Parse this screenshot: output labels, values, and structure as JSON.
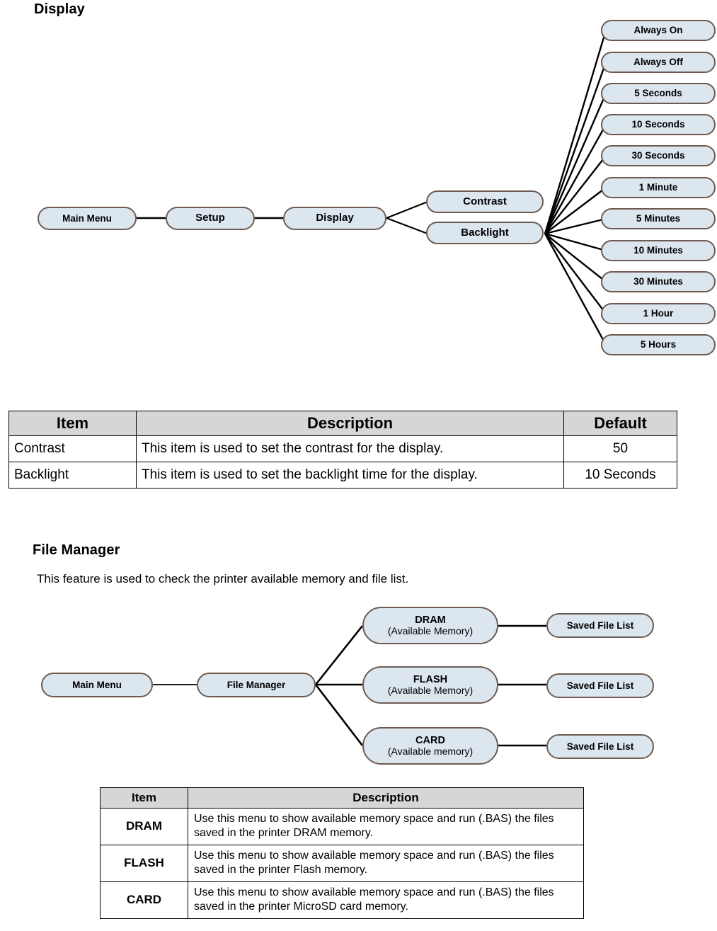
{
  "display_section": {
    "heading": "Display",
    "diagram": {
      "chain": [
        {
          "label": "Main Menu"
        },
        {
          "label": "Setup"
        },
        {
          "label": "Display"
        }
      ],
      "children": [
        {
          "label": "Contrast"
        },
        {
          "label": "Backlight"
        }
      ],
      "backlight_options": [
        {
          "label": "Always On"
        },
        {
          "label": "Always Off"
        },
        {
          "label": "5 Seconds"
        },
        {
          "label": "10 Seconds"
        },
        {
          "label": "30 Seconds"
        },
        {
          "label": "1 Minute"
        },
        {
          "label": "5 Minutes"
        },
        {
          "label": "10 Minutes"
        },
        {
          "label": "30 Minutes"
        },
        {
          "label": "1 Hour"
        },
        {
          "label": "5 Hours"
        }
      ]
    },
    "table": {
      "headers": [
        "Item",
        "Description",
        "Default"
      ],
      "rows": [
        {
          "item": "Contrast",
          "description": "This item is used to set the contrast for the display.",
          "default": "50"
        },
        {
          "item": "Backlight",
          "description": "This item is used to set the backlight time for the display.",
          "default": "10 Seconds"
        }
      ]
    }
  },
  "file_manager_section": {
    "heading": "File Manager",
    "intro": "This feature is used to check the printer available memory and file list.",
    "diagram": {
      "root": {
        "label": "Main Menu"
      },
      "node": {
        "label": "File Manager"
      },
      "branches": [
        {
          "line1": "DRAM",
          "line2": "(Available Memory)",
          "leaf": "Saved File List"
        },
        {
          "line1": "FLASH",
          "line2": "(Available Memory)",
          "leaf": "Saved File List"
        },
        {
          "line1": "CARD",
          "line2": "(Available memory)",
          "leaf": "Saved File List"
        }
      ]
    },
    "table": {
      "headers": [
        "Item",
        "Description"
      ],
      "rows": [
        {
          "item": "DRAM",
          "description": "Use this menu to show available memory space and run (.BAS) the files saved in the printer DRAM memory."
        },
        {
          "item": "FLASH",
          "description": "Use this menu to show available memory space and run (.BAS) the files saved in the printer Flash memory."
        },
        {
          "item": "CARD",
          "description": "Use this menu to show available memory space and run (.BAS) the files saved in the printer MicroSD card memory."
        }
      ]
    }
  },
  "theme": {
    "node_fill": "#dce6ef",
    "node_border": "#6d5b52",
    "table_header_bg": "#d6d6d6",
    "page_bg": "#ffffff",
    "text": "#000000"
  }
}
